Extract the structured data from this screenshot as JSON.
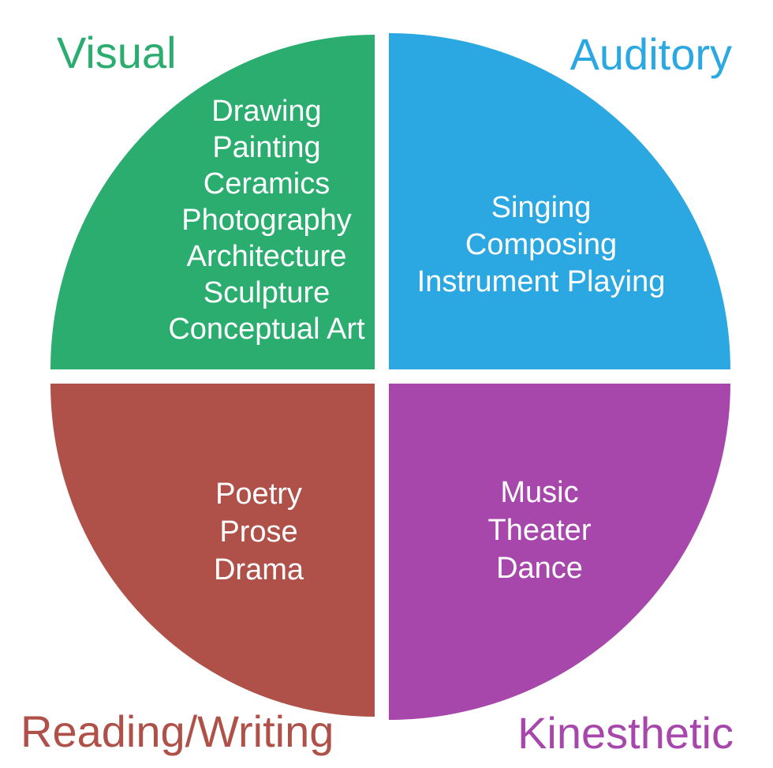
{
  "diagram": {
    "item_text_color": "#FFFFFF",
    "background_color": "#FFFFFF",
    "quadrants": [
      {
        "label": "Visual",
        "color": "#2BAD70",
        "items": [
          "Drawing",
          "Painting",
          "Ceramics",
          "Photography",
          "Architecture",
          "Sculpture",
          "Conceptual Art"
        ]
      },
      {
        "label": "Auditory",
        "color": "#2BA7E2",
        "items": [
          "Singing",
          "Composing",
          "Instrument Playing"
        ]
      },
      {
        "label": "Reading/Writing",
        "color": "#AF5149",
        "items": [
          "Poetry",
          "Prose",
          "Drama"
        ]
      },
      {
        "label": "Kinesthetic",
        "color": "#A746AB",
        "items": [
          "Music",
          "Theater",
          "Dance"
        ]
      }
    ]
  }
}
